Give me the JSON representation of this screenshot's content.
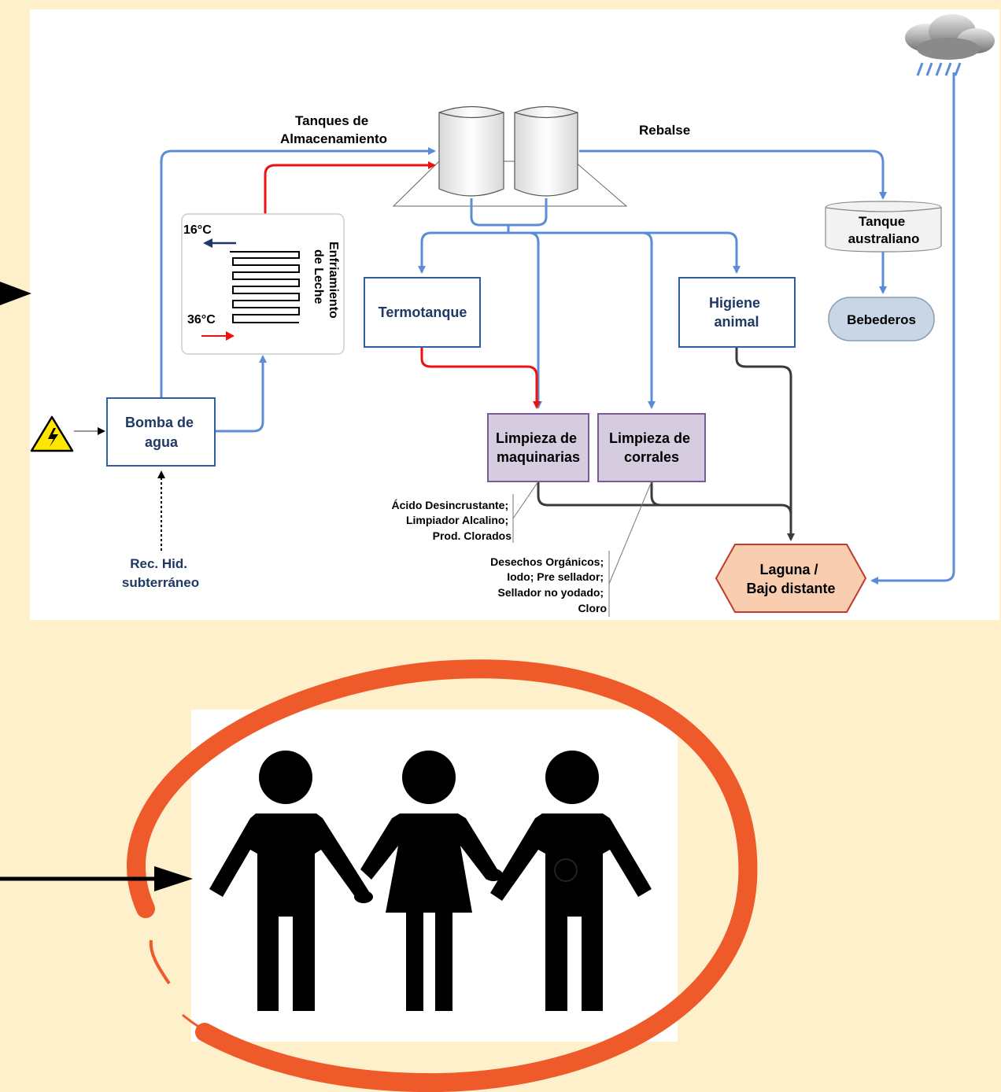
{
  "colors": {
    "page_bg": "#fff0cc",
    "water_flow": "#5b8dd6",
    "hot_flow": "#ee1111",
    "waste_flow": "#3a3a3a",
    "box_border": "#2e5f9e",
    "cleaning_fill": "#d6cce0",
    "cleaning_border": "#7a5a9a",
    "laguna_fill": "#f8cdb0",
    "laguna_border": "#c0392b",
    "bebederos_fill": "#c9d6e6",
    "orange_ring": "#ee5a2a"
  },
  "diagram": {
    "storage_label_1": "Tanques de",
    "storage_label_2": "Almacenamiento",
    "overflow_label": "Rebalse",
    "tanque_australiano_1": "Tanque",
    "tanque_australiano_2": "australiano",
    "bebederos": "Bebederos",
    "cooling_label_1": "Enfriamiento",
    "cooling_label_2": "de Leche",
    "temp_out": "16°C",
    "temp_in": "36°C",
    "termotanque": "Termotanque",
    "higiene_1": "Higiene",
    "higiene_2": "animal",
    "pump_1": "Bomba de",
    "pump_2": "agua",
    "groundwater_1": "Rec. Hid.",
    "groundwater_2": "subterráneo",
    "machine_cleaning_1": "Limpieza de",
    "machine_cleaning_2": "maquinarias",
    "corral_cleaning_1": "Limpieza de",
    "corral_cleaning_2": "corrales",
    "machine_chemicals": [
      "Ácido Desincrustante;",
      "Limpiador Alcalino;",
      "Prod. Clorados"
    ],
    "corral_waste": [
      "Desechos Orgánicos;",
      "Iodo; Pre sellador;",
      "Sellador no yodado;",
      "Cloro"
    ],
    "laguna_1": "Laguna /",
    "laguna_2": "Bajo distante",
    "icons": [
      "storage-tank-icon",
      "cloud-rain-icon",
      "electric-hazard-icon",
      "people-holding-hands-icon"
    ]
  }
}
